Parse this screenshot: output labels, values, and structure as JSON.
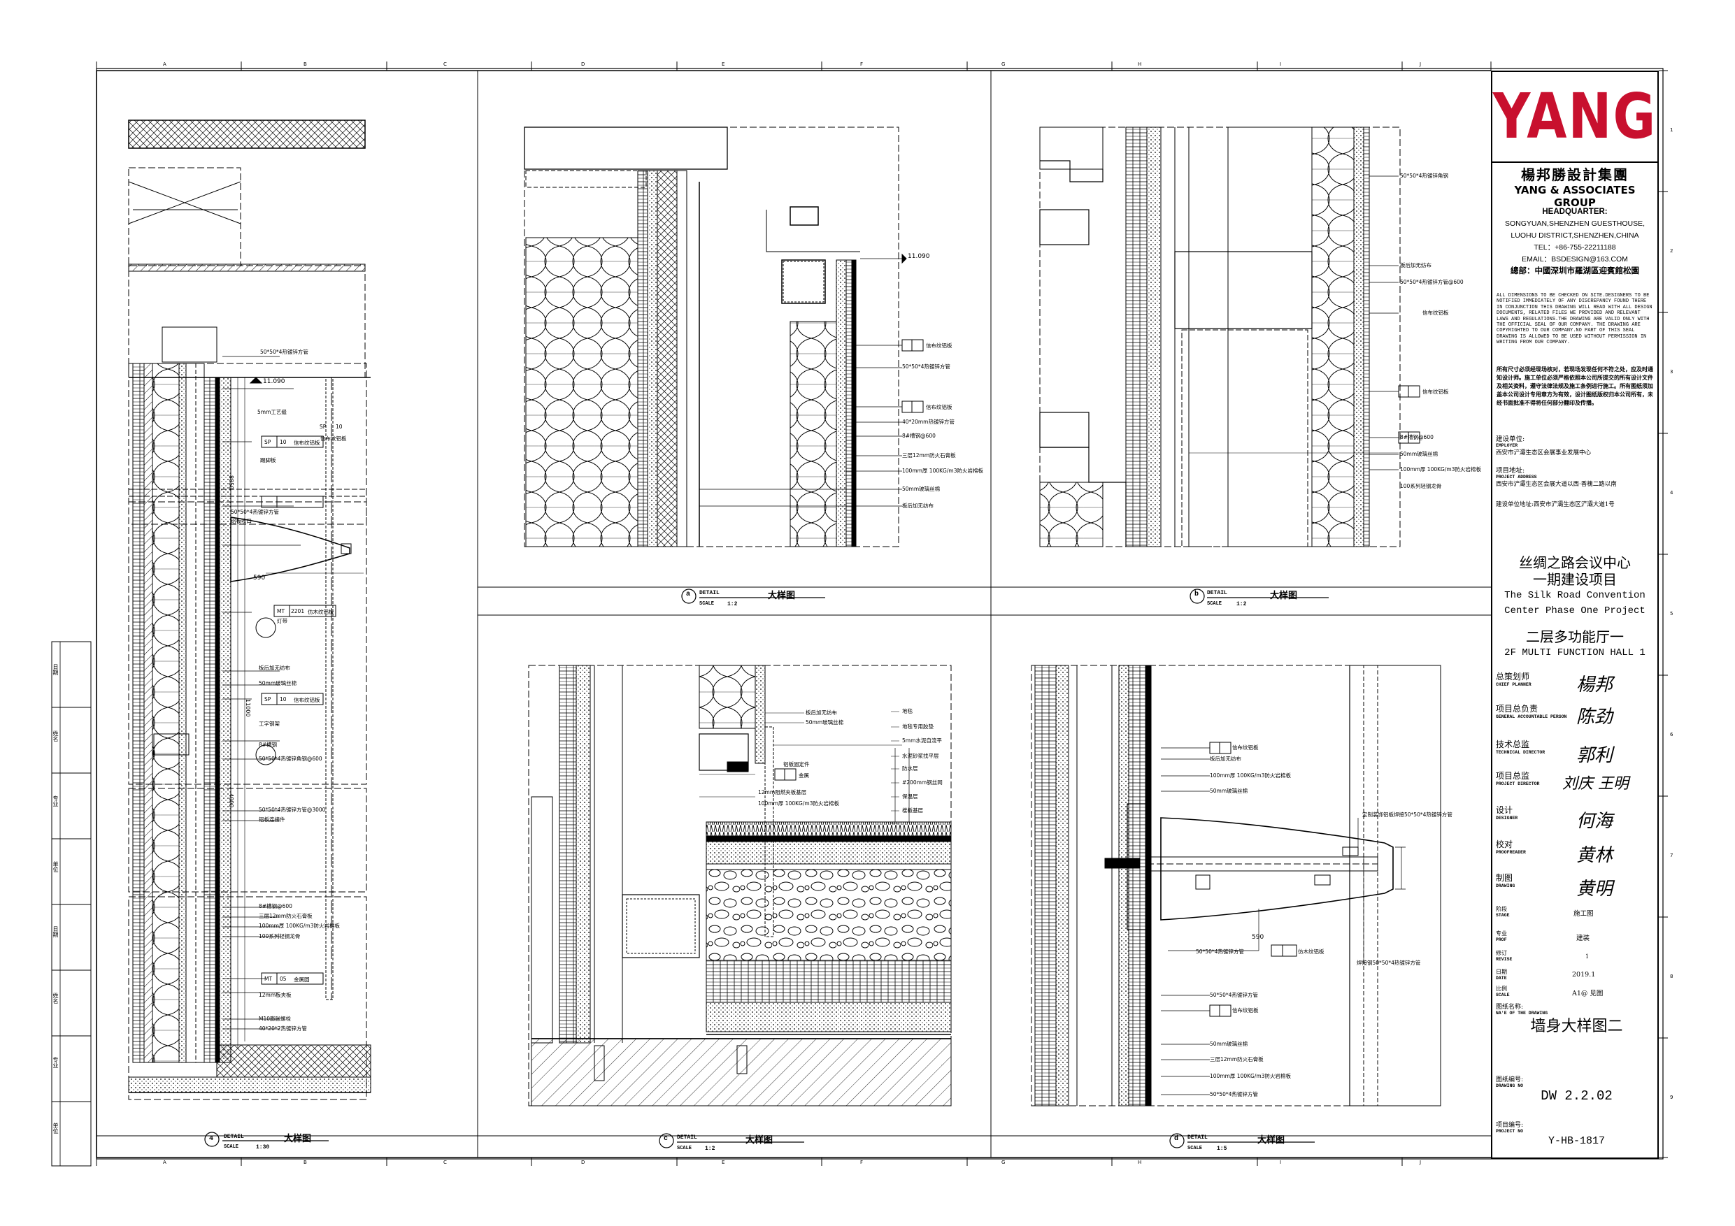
{
  "grid": {
    "columns": [
      "A",
      "B",
      "C",
      "D",
      "E",
      "F",
      "G",
      "H",
      "I",
      "J"
    ],
    "rows": [
      "1",
      "2",
      "3",
      "4",
      "5",
      "6",
      "7",
      "8",
      "9"
    ]
  },
  "left_margin_labels": [
    "日期",
    "姓名",
    "专业",
    "单位",
    "日期",
    "姓名",
    "专业",
    "单位"
  ],
  "title_block": {
    "logo": "YANG",
    "brand_color": "#c8102e",
    "firm_cn": "楊邦勝設計集團",
    "firm_en": "YANG & ASSOCIATES GROUP",
    "hq_label": "HEADQUARTER:",
    "hq_lines": [
      "SONGYUAN,SHENZHEN GUESTHOUSE,",
      "LUOHU DISTRICT,SHENZHEN,CHINA"
    ],
    "tel": "TEL：+86-755-22211188",
    "email": "EMAIL：BSDESIGN@163.COM",
    "hq_cn": "總部：中國深圳市羅湖區迎賓館松園",
    "notice_en": "ALL DIMENSIONS TO BE CHECKED ON SITE.DESIGNERS TO BE NOTIFIED IMMEDIATELY OF ANY DISCREPANCY FOUND THERE IN CONJUNCTION THIS DRAWING WILL READ WITH ALL DESIGN DOCUMENTS, RELATED FILES WE PROVIDED AND RELEVANT LAWS AND REGULATIONS.THE DRAWING ARE VALID ONLY WITH THE OFFICIAL SEAL OF OUR COMPANY. THE DRAWING ARE COPYRIGHTED TO OUR COMPANY.NO PART OF THIS SEAL DRAWING IS ALLOWED TO BE USED WITHOUT PERMISSION IN WRITING FROM OUR COMPANY.",
    "notice_cn": "所有尺寸必须经现场核对，若现场发现任何不符之处，应及时通知设计师。施工单位必须严格依照本公司所提交的所有设计文件及相关资料，遵守法律法规及施工条例进行施工。所有图纸须加盖本公司设计专用章方为有效，设计图纸版权归本公司所有，未经书面批准不得将任何部分翻印及传播。",
    "employer_cn": "建设单位:",
    "employer_en": "EMPLOYER",
    "employer_value": "西安市浐灞生态区会展事业发展中心",
    "address_cn": "项目地址:",
    "address_en": "PROJECT ADDRESS",
    "address_value": "西安市浐灞生态区会展大道以西·香槐二路以南",
    "site_label": "建设单位地址:西安市浐灞生态区浐灞大道1号",
    "project_cn_1": "丝绸之路会议中心",
    "project_cn_2": "一期建设项目",
    "project_en_1": "The Silk Road Convention",
    "project_en_2": "Center Phase One Project",
    "space_cn": "二层多功能厅一",
    "space_en": "2F MULTI FUNCTION HALL 1",
    "signoffs": [
      {
        "cn": "总策划师",
        "en": "CHIEF PLANNER",
        "sig": "楊邦"
      },
      {
        "cn": "项目总负责",
        "en": "GENERAL ACCOUNTABLE PERSON",
        "sig": "陈劲"
      },
      {
        "cn": "技术总监",
        "en": "TECHNICAL DIRECTOR",
        "sig": "郭利"
      },
      {
        "cn": "项目总监",
        "en": "PROJECT DIRECTOR",
        "sig": "刘庆 王明"
      },
      {
        "cn": "设计",
        "en": "DESIGNER",
        "sig": "何海"
      },
      {
        "cn": "校对",
        "en": "PROOFREADER",
        "sig": "黄林"
      },
      {
        "cn": "制图",
        "en": "DRAWING",
        "sig": "黄明"
      }
    ],
    "meta": [
      {
        "cn": "阶段",
        "en": "STAGE",
        "value": "施工图"
      },
      {
        "cn": "专业",
        "en": "PROF",
        "value": "建装"
      },
      {
        "cn": "修订",
        "en": "REVISE",
        "value": "1"
      },
      {
        "cn": "日期",
        "en": "DATE",
        "value": "2019.1"
      },
      {
        "cn": "比例",
        "en": "SCALE",
        "value": "A1@ 见图"
      }
    ],
    "drawing_name_cn": "图纸名称:",
    "drawing_name_en": "NA'E OF THE DRAWING",
    "drawing_name": "墙身大样图二",
    "drawing_no_cn": "图纸编号:",
    "drawing_no_en": "DRAWING NO",
    "drawing_no": "DW 2.2.02",
    "project_no_cn": "项目编号:",
    "project_no_en": "PROJECT NO",
    "project_no": "Y-HB-1817"
  },
  "details": [
    {
      "id": "4",
      "word": "DETAIL",
      "title": "大样图",
      "scale_label": "SCALE",
      "scale": "1:30"
    },
    {
      "id": "a",
      "word": "DETAIL",
      "title": "大样图",
      "scale_label": "SCALE",
      "scale": "1:2"
    },
    {
      "id": "b",
      "word": "DETAIL",
      "title": "大样图",
      "scale_label": "SCALE",
      "scale": "1:2"
    },
    {
      "id": "c",
      "word": "DETAIL",
      "title": "大样图",
      "scale_label": "SCALE",
      "scale": "1:2"
    },
    {
      "id": "d",
      "word": "DETAIL",
      "title": "大样图",
      "scale_label": "SCALE",
      "scale": "1:5"
    }
  ],
  "notes_4": {
    "level": "11.090",
    "n1": "50*50*4热镀锌方管",
    "n2": "5mm工艺缝",
    "tag_sp": "SP",
    "tag_10": "10",
    "n3": "信布纹铝板",
    "n4": "踢脚板",
    "n5": "50*50*4热镀锌方管",
    "n6": "铝板收口",
    "dim_590": "590",
    "tag_mt": "MT",
    "tag_2201": "2201",
    "n7": "仿木纹铝板",
    "n8": "灯带",
    "n9": "板后加无纺布",
    "n10": "50mm玻璃丝棉",
    "n11": "工字钢架",
    "n12": "8#槽钢",
    "n13": "50*50*4热镀锌角钢@600",
    "n14": "50*50*4热镀锌方管@3000",
    "n15": "铝板连接件",
    "n16": "8#槽钢@600",
    "n17": "三层12mm防火石膏板",
    "n18": "100mm厚 100KG/m3防火岩棉板",
    "n19": "100系列轻钢龙骨",
    "tag_05": "05",
    "n20": "金属圆",
    "n21": "12mm板夹板",
    "n22": "M10膨胀螺栓",
    "n23": "40*20*2热镀锌方管",
    "d1": "8850",
    "d2": "11000",
    "d3": "4000"
  },
  "notes_a": {
    "level": "11.090",
    "n1": "信布纹铝板",
    "n2": "50*50*4热镀锌方管",
    "n3": "信布纹铝板",
    "n4": "40*20mm热镀锌方管",
    "n5": "8#槽钢@600",
    "n6": "三层12mm防火石膏板",
    "n7": "100mm厚 100KG/m3防火岩棉板",
    "n8": "50mm玻璃丝棉",
    "n9": "板后加无纺布"
  },
  "notes_b": {
    "n1": "50*50*4热镀锌角钢",
    "n2": "板后加无纺布",
    "n3": "50*50*4热镀锌方管@600",
    "n4": "信布纹铝板",
    "n5": "信布纹铝板",
    "n6": "8#槽钢@600",
    "n7": "50mm玻璃丝棉",
    "n8": "100mm厚 100KG/m3防火岩棉板",
    "n9": "100系列轻钢龙骨"
  },
  "notes_c": {
    "n1": "板后加无纺布",
    "n2": "50mm玻璃丝棉",
    "n3": "铝板固定件",
    "n4": "金属",
    "n5": "12mm阻燃夹板基层",
    "n6": "100mm厚 100KG/m3防火岩棉板",
    "n7": "地毯",
    "n8": "地毯专用胶垫",
    "n9": "5mm水泥自流平",
    "n10": "水泥砂浆找平层",
    "n11": "防水层",
    "n12": "#200mm钢丝网",
    "n13": "保温层",
    "n14": "楼板基层"
  },
  "notes_d": {
    "n1": "信布纹铝板",
    "n2": "板后加无纺布",
    "n3": "100mm厚 100KG/m3防火岩棉板",
    "n4": "50mm玻璃丝棉",
    "n5": "定制装饰铝板焊接50*50*4热镀锌方管",
    "dim_590": "590",
    "n6": "50*50*4热镀锌方管",
    "n7": "仿木纹铝板",
    "n8": "焊接钢50*50*4热镀锌方管",
    "n9": "50*50*4热镀锌方管",
    "n10": "信布纹铝板",
    "n11": "50mm玻璃丝棉",
    "n12": "三层12mm防火石膏板",
    "n13": "100mm厚 100KG/m3防火岩棉板",
    "n14": "50*50*4热镀锌方管"
  }
}
